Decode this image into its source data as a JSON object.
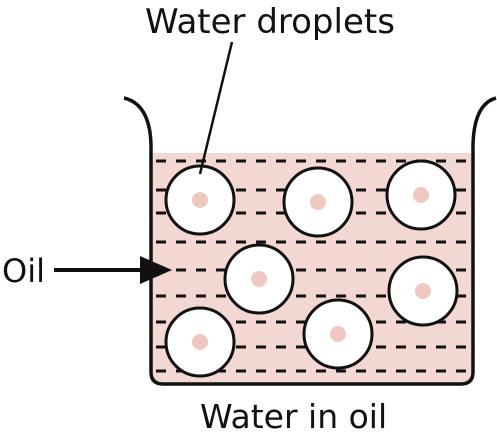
{
  "labels": {
    "top": "Water droplets",
    "left": "Oil",
    "bottom": "Water in oil"
  },
  "colors": {
    "oil_fill": "#f2d7d3",
    "droplet_fill": "#ffffff",
    "droplet_core": "#f0c8c2",
    "stroke": "#111111"
  }
}
